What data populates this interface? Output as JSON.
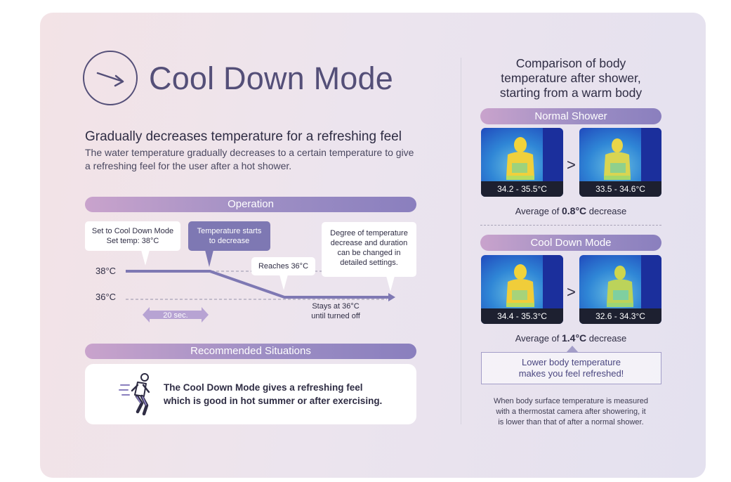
{
  "header": {
    "title": "Cool Down Mode",
    "subtitle": "Gradually decreases temperature for a refreshing feel",
    "description": "The water temperature gradually decreases to a certain temperature to give a refreshing feel for the user after a hot shower."
  },
  "operation": {
    "section_label": "Operation",
    "callout_set": "Set to Cool Down Mode\nSet temp: 38°C",
    "callout_decrease": "Temperature starts\nto decrease",
    "callout_settings": "Degree of temperature\ndecrease and duration\ncan be changed in\ndetailed settings.",
    "callout_reaches": "Reaches 36°C",
    "tick_high": "38°C",
    "tick_low": "36°C",
    "duration_label": "20 sec.",
    "stays_label": "Stays at 36°C\nuntil turned off"
  },
  "recommended": {
    "section_label": "Recommended Situations",
    "text": "The Cool Down Mode gives a refreshing feel\nwhich is good in hot summer or after exercising."
  },
  "comparison": {
    "title": "Comparison of body\ntemperature after shower,\nstarting from a warm body",
    "normal": {
      "label": "Normal Shower",
      "before_range": "34.2 - 35.5°C",
      "after_range": "33.5 - 34.6°C",
      "avg_prefix": "Average of ",
      "avg_value": "0.8°C",
      "avg_suffix": " decrease"
    },
    "cool": {
      "label": "Cool Down Mode",
      "before_range": "34.4 - 35.3°C",
      "after_range": "32.6 - 34.3°C",
      "avg_prefix": "Average of ",
      "avg_value": "1.4°C",
      "avg_suffix": " decrease"
    },
    "compare_symbol": ">",
    "result": "Lower body temperature\nmakes you feel refreshed!",
    "note": "When body surface temperature is measured\nwith a thermostat camera after showering, it\nis lower than that of after a normal shower."
  },
  "colors": {
    "accent": "#544f78",
    "line": "#7e78b3",
    "pill_start": "#c9a3cc",
    "pill_end": "#8a7fbe"
  },
  "icons": [
    "arrow-clock-icon",
    "runner-icon"
  ]
}
